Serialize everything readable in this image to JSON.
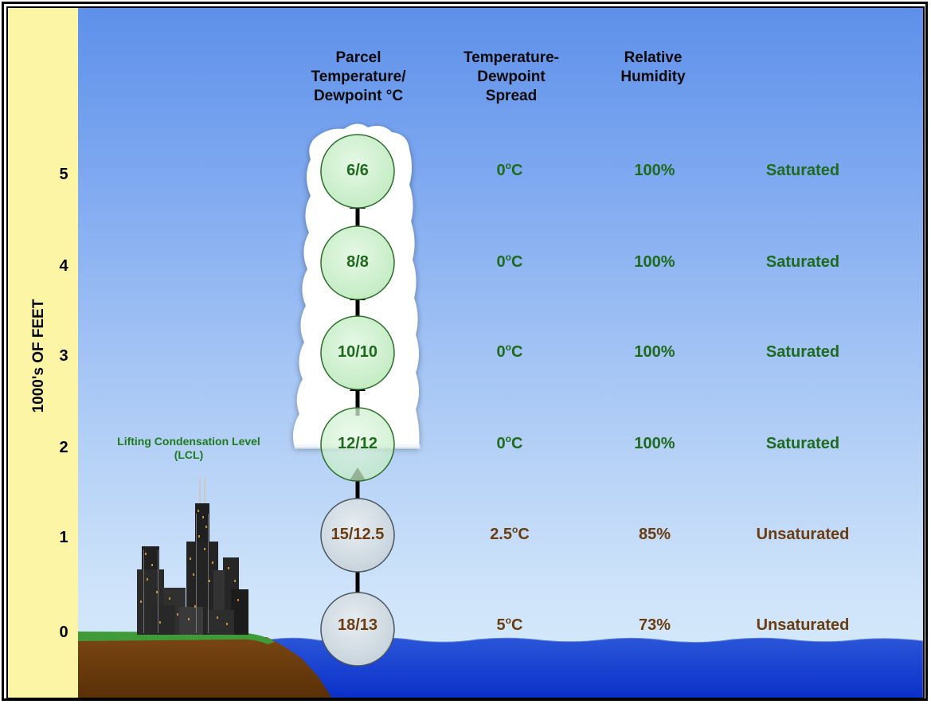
{
  "colors": {
    "saturated": "#1e6b1e",
    "unsaturated": "#6a3c10",
    "axis_strip": "#fdf5a6",
    "sea": "#0a3ad0",
    "ground": "#6b3d10",
    "grass": "#3f9a3a",
    "cloud": "#ffffff"
  },
  "axis": {
    "label": "1000's OF FEET",
    "ticks": [
      "5",
      "4",
      "3",
      "2",
      "1",
      "0"
    ]
  },
  "headers": {
    "parcel": [
      "Parcel",
      "Temperature/",
      "Dewpoint °C"
    ],
    "spread": [
      "Temperature-",
      "Dewpoint",
      "Spread"
    ],
    "humidity": [
      "Relative",
      "Humidity"
    ]
  },
  "lcl_label": [
    "Lifting Condensation Level",
    "(LCL)"
  ],
  "rows": [
    {
      "altitude": "5",
      "parcel": "6/6",
      "spread": "0",
      "spread_unit": "C",
      "humidity": "100%",
      "state": "Saturated",
      "saturated": true
    },
    {
      "altitude": "4",
      "parcel": "8/8",
      "spread": "0",
      "spread_unit": "C",
      "humidity": "100%",
      "state": "Saturated",
      "saturated": true
    },
    {
      "altitude": "3",
      "parcel": "10/10",
      "spread": "0",
      "spread_unit": "C",
      "humidity": "100%",
      "state": "Saturated",
      "saturated": true
    },
    {
      "altitude": "2",
      "parcel": "12/12",
      "spread": "0",
      "spread_unit": "C",
      "humidity": "100%",
      "state": "Saturated",
      "saturated": true
    },
    {
      "altitude": "1",
      "parcel": "15/12.5",
      "spread": "2.5",
      "spread_unit": "C",
      "humidity": "85%",
      "state": "Unsaturated",
      "saturated": false
    },
    {
      "altitude": "0",
      "parcel": "18/13",
      "spread": "5",
      "spread_unit": "C",
      "humidity": "73%",
      "state": "Unsaturated",
      "saturated": false
    }
  ]
}
